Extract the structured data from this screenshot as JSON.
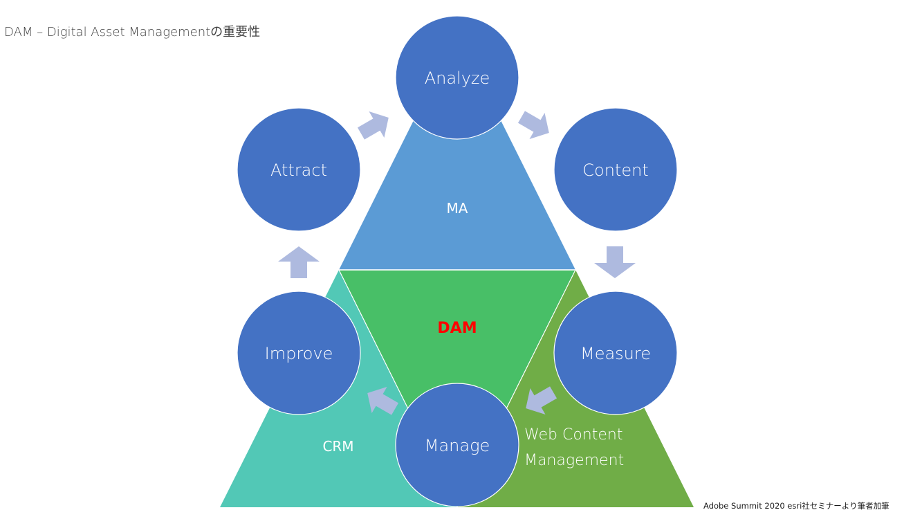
{
  "title": "DAM – Digital Asset Managementの重要性",
  "credit": "Adobe Summit 2020 esri社セミナーより筆者加筆",
  "colors": {
    "node_fill": "#4472c4",
    "arrow_fill": "#aebadf",
    "ma_fill": "#5b9bd5",
    "dam_fill": "#48bf67",
    "crm_fill": "#52c8b6",
    "wcm_fill": "#70ad47",
    "dam_text": "#ff0000"
  },
  "regions": {
    "ma": "MA",
    "dam": "DAM",
    "crm": "CRM",
    "wcm_line1": "Web Content",
    "wcm_line2": "Management"
  },
  "cycle": [
    {
      "id": "analyze",
      "label": "Analyze"
    },
    {
      "id": "content",
      "label": "Content"
    },
    {
      "id": "measure",
      "label": "Measure"
    },
    {
      "id": "manage",
      "label": "Manage"
    },
    {
      "id": "improve",
      "label": "Improve"
    },
    {
      "id": "attract",
      "label": "Attract"
    }
  ],
  "arrows": [
    {
      "from": "attract",
      "to": "analyze",
      "icon": "arrow-right-icon"
    },
    {
      "from": "analyze",
      "to": "content",
      "icon": "arrow-right-icon"
    },
    {
      "from": "content",
      "to": "measure",
      "icon": "arrow-down-icon"
    },
    {
      "from": "measure",
      "to": "manage",
      "icon": "arrow-left-icon"
    },
    {
      "from": "manage",
      "to": "improve",
      "icon": "arrow-left-icon"
    },
    {
      "from": "improve",
      "to": "attract",
      "icon": "arrow-up-icon"
    }
  ]
}
